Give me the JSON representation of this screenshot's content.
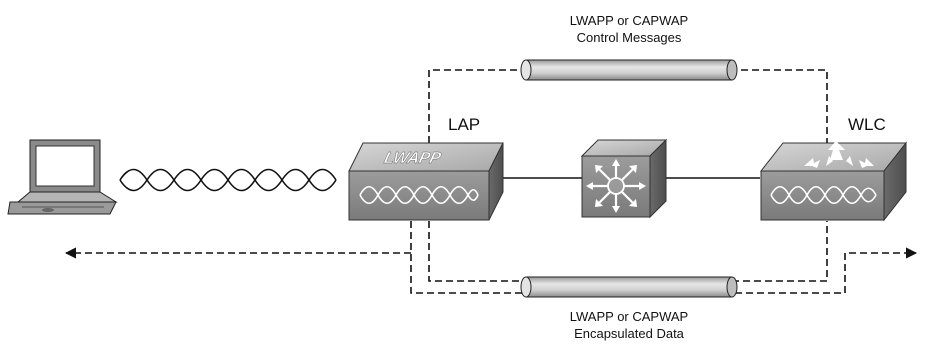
{
  "labels": {
    "control_line1": "LWAPP or CAPWAP",
    "control_line2": "Control Messages",
    "data_line1": "LWAPP or CAPWAP",
    "data_line2": "Encapsulated Data",
    "lap": "LAP",
    "wlc": "WLC",
    "lap_brand": "LWAPP"
  },
  "devices": {
    "laptop": {
      "icon": "laptop-icon"
    },
    "lap": {
      "icon": "access-point-icon"
    },
    "switch": {
      "icon": "multilayer-switch-icon"
    },
    "wlc": {
      "icon": "wireless-lan-controller-icon"
    }
  },
  "colors": {
    "device_face": "#8f8f8f",
    "device_top": "#c8c8c8",
    "device_side": "#6c6c6c",
    "tunnel": "#cfcfcf",
    "line": "#111111"
  }
}
